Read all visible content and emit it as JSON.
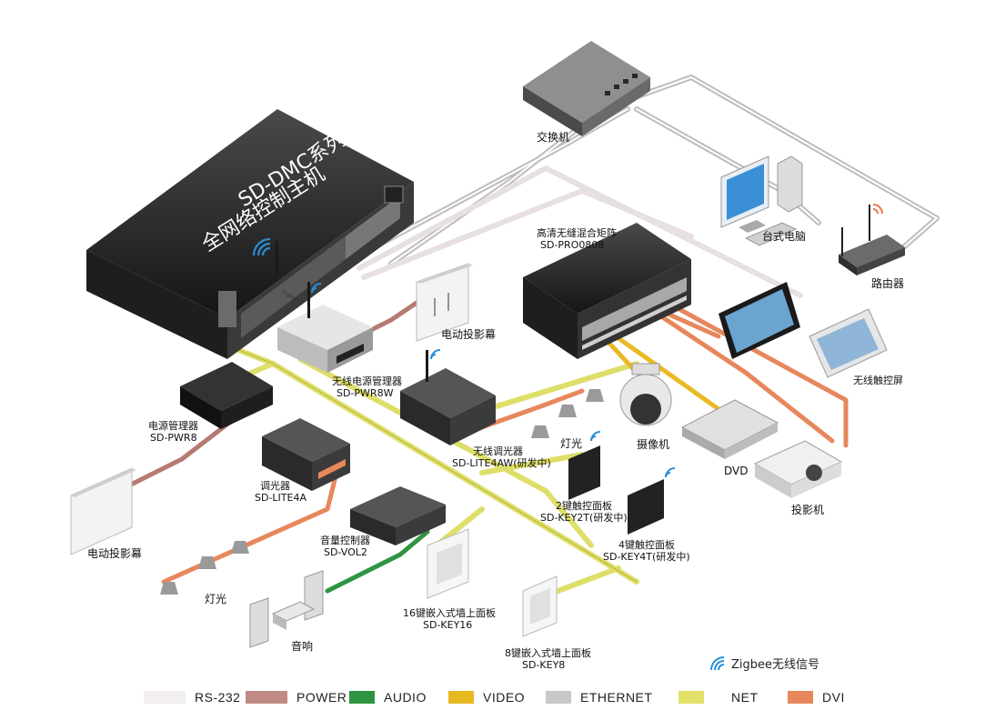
{
  "host": {
    "title_line1": "SD-DMC系列",
    "title_line2": "全网络控制主机",
    "zigbee_label": "Zigbee"
  },
  "labels": {
    "switch": "交换机",
    "pc": "台式电脑",
    "router": "路由器",
    "matrix_line1": "高清无缝混合矩阵",
    "matrix_line2": "SD-PRO0808",
    "pwr8w_line1": "无线电源管理器",
    "pwr8w_line2": "SD-PWR8W",
    "screen_top": "电动投影幕",
    "pwr8_line1": "电源管理器",
    "pwr8_line2": "SD-PWR8",
    "lite4a_line1": "调光器",
    "lite4a_line2": "SD-LITE4A",
    "lite4aw_line1": "无线调光器",
    "lite4aw_line2": "SD-LITE4AW(研发中)",
    "lights_mid": "灯光",
    "camera": "摄像机",
    "dvd": "DVD",
    "projector": "投影机",
    "wireless_touch": "无线触控屏",
    "key2t_line1": "2键触控面板",
    "key2t_line2": "SD-KEY2T(研发中)",
    "key4t_line1": "4键触控面板",
    "key4t_line2": "SD-KEY4T(研发中)",
    "screen_left": "电动投影幕",
    "lights_left": "灯光",
    "vol2_line1": "音量控制器",
    "vol2_line2": "SD-VOL2",
    "key16_line1": "16键嵌入式墙上面板",
    "key16_line2": "SD-KEY16",
    "key8_line1": "8键嵌入式墙上面板",
    "key8_line2": "SD-KEY8",
    "speaker": "音响"
  },
  "zigbee_legend": "Zigbee无线信号",
  "legend": [
    {
      "label": "RS-232",
      "color": "#f3eef0"
    },
    {
      "label": "POWER",
      "color": "#c08a82"
    },
    {
      "label": "AUDIO",
      "color": "#2f9441"
    },
    {
      "label": "VIDEO",
      "color": "#e8b820"
    },
    {
      "label": "ETHERNET",
      "color": "#c8c8c8"
    },
    {
      "label": "NET",
      "color": "#e2e26a"
    },
    {
      "label": "DVI",
      "color": "#e7875c"
    }
  ],
  "colors": {
    "zigbee": "#2a8fd8",
    "device_dark": "#2b2b2b",
    "device_light": "#d8d8d8"
  }
}
